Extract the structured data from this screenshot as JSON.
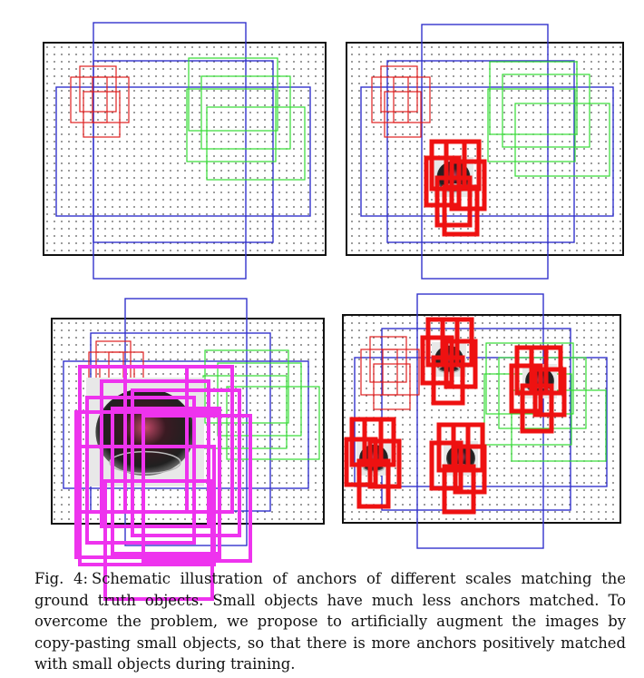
{
  "caption": {
    "label": "Fig. 4:",
    "text": "Schematic illustration of anchors of different scales matching the ground truth objects. Small objects have much less anchors matched. To overcome the problem, we propose to artificially augment the images by copy-pasting small objects, so that there is more anchors positively matched with small objects during training."
  },
  "colors": {
    "frame": "#111111",
    "dots": "#555555",
    "blue": "#3333cc",
    "red": "#e02020",
    "green": "#33dd33",
    "matched": "#ee1111",
    "magenta": "#ee33ee"
  },
  "panels": [
    {
      "id": "top-left",
      "objects": 0,
      "matched_color": "none"
    },
    {
      "id": "top-right",
      "objects": 1,
      "matched_color": "red"
    },
    {
      "id": "bottom-left",
      "objects": 1,
      "matched_color": "magenta"
    },
    {
      "id": "bottom-right",
      "objects": 4,
      "matched_color": "red"
    }
  ]
}
